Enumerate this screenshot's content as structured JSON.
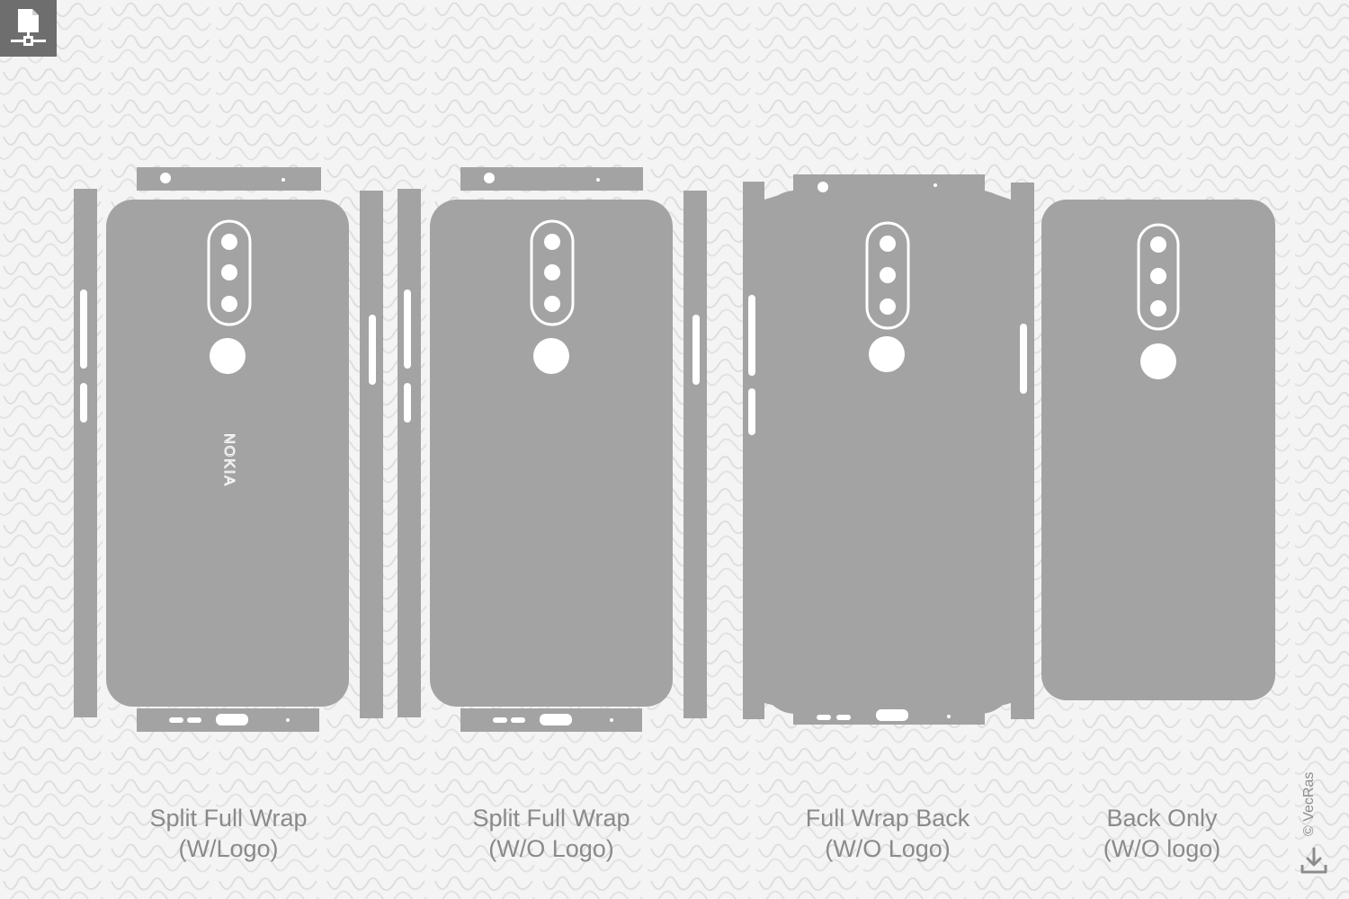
{
  "watermark": {
    "text": "VECRAS"
  },
  "branding": {
    "logo_text": "NOKIA"
  },
  "templates": [
    {
      "line1": "Split Full Wrap",
      "line2": "(W/Logo)"
    },
    {
      "line1": "Split Full Wrap",
      "line2": "(W/O Logo)"
    },
    {
      "line1": "Full Wrap Back",
      "line2": "(W/O Logo)"
    },
    {
      "line1": "Back Only",
      "line2": "(W/O logo)"
    }
  ],
  "footer": {
    "copyright": "© VecRas"
  },
  "icons": {
    "badge": "file-transfer-icon",
    "download": "download-icon"
  },
  "colors": {
    "skin": "#a3a3a3",
    "cutout": "#ffffff",
    "caption": "#8a8a8a",
    "badge_bg": "#6e6e6e"
  }
}
